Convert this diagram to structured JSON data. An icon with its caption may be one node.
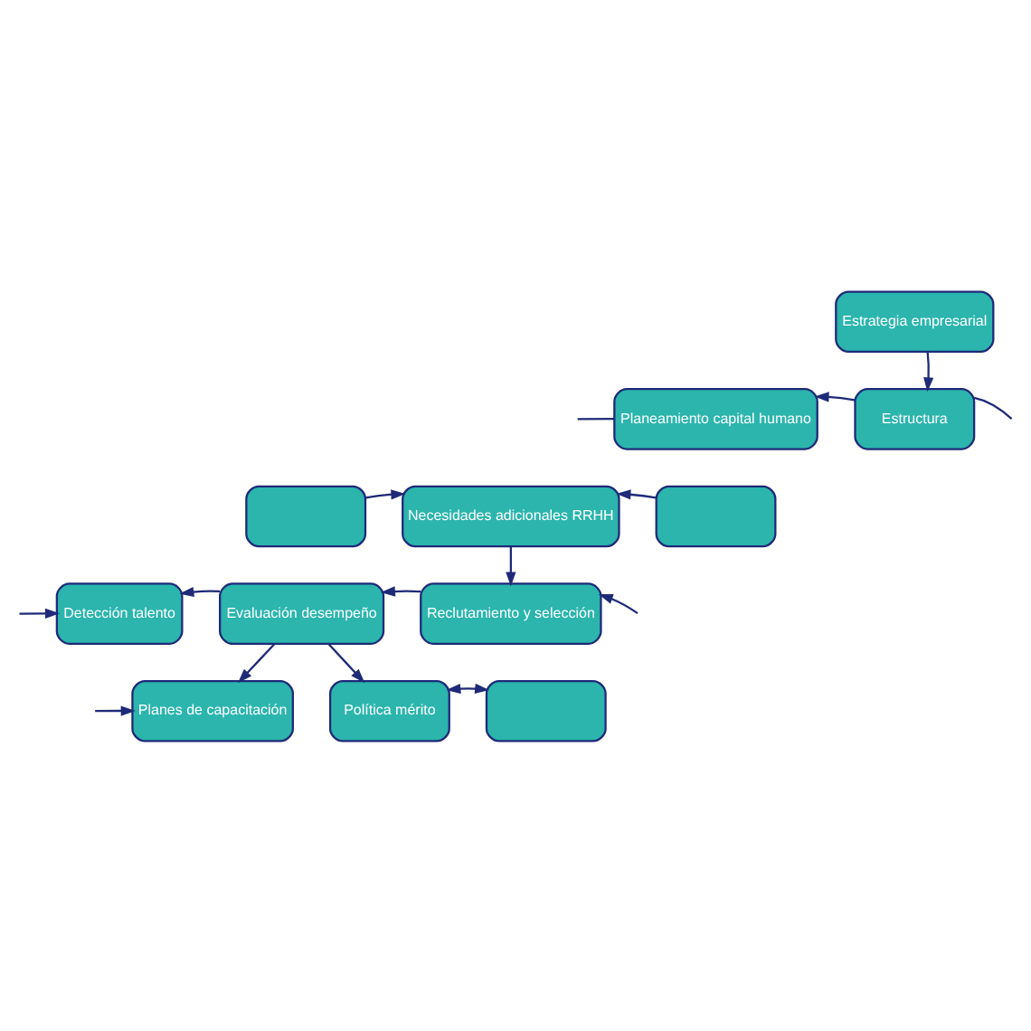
{
  "diagram": {
    "nodes": [
      {
        "text": [
          "Estrategia empresarial"
        ]
      },
      {
        "text": [
          "Planeamiento capital humano"
        ]
      },
      {
        "text": [
          "Estructura"
        ]
      },
      {
        "text": [],
        "shape": "box"
      },
      {
        "text": [
          "Necesidades adicionales RRHH"
        ]
      },
      {
        "text": [],
        "shape": "box"
      },
      {
        "text": [
          "Detección talento"
        ]
      },
      {
        "text": [
          "Evaluación desempeño"
        ]
      },
      {
        "text": [
          "Reclutamiento y selección"
        ]
      },
      {
        "text": [
          "Planes de capacitación"
        ]
      },
      {
        "text": [
          "Política mérito"
        ]
      },
      {
        "text": [],
        "shape": "box"
      }
    ],
    "edges": [
      {
        "from": 0,
        "to": 2,
        "arrow": "to"
      },
      {
        "from": 2,
        "to": 1,
        "arrow": "to"
      },
      {
        "from": 1,
        "to": null,
        "arrow": "none"
      },
      {
        "from": 2,
        "to": null,
        "arrow": "none"
      },
      {
        "from": 3,
        "to": 4,
        "arrow": "to"
      },
      {
        "from": 5,
        "to": 4,
        "arrow": "to"
      },
      {
        "from": null,
        "to": 6,
        "arrow": "to"
      },
      {
        "from": 7,
        "to": 6,
        "arrow": "to"
      },
      {
        "from": 4,
        "to": 8,
        "arrow": "to"
      },
      {
        "from": null,
        "to": 8,
        "arrow": "to"
      },
      {
        "from": 8,
        "to": 7,
        "arrow": "to"
      },
      {
        "from": 7,
        "to": 9,
        "arrow": "to"
      },
      {
        "from": 7,
        "to": 10,
        "arrow": "to"
      },
      {
        "from": null,
        "to": 9,
        "arrow": "to"
      },
      {
        "from": 10,
        "to": 11,
        "arrow": "both"
      }
    ]
  }
}
